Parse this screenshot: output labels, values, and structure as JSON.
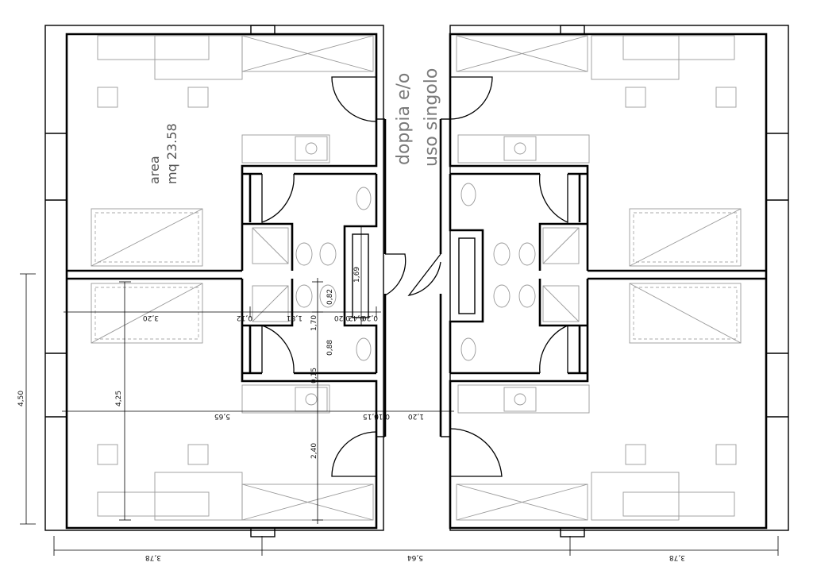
{
  "room_type_label": {
    "line1": "doppia e/o",
    "line2": "uso singolo"
  },
  "area_label": {
    "line1": "area",
    "line2": "mq 23.58"
  },
  "dimensions": {
    "total_height": "4,50",
    "room_height": "4,25",
    "width_1": "3,20",
    "width_2": "0,12",
    "width_3": "1,81",
    "width_4": "0,20",
    "width_5": "0,42",
    "width_6": "0,20",
    "bath_h1": "1,69",
    "bath_h2": "0,82",
    "bath_h3": "1,70",
    "bath_h4": "0,88",
    "bath_h5": "0,15",
    "entry_h": "2,40",
    "row_total": "5,65",
    "row_wall_a": "0,15",
    "row_wall_b": "0,15",
    "row_corridor": "1,20",
    "bottom_left": "3,78",
    "bottom_mid": "5,64",
    "bottom_right": "3,78"
  }
}
